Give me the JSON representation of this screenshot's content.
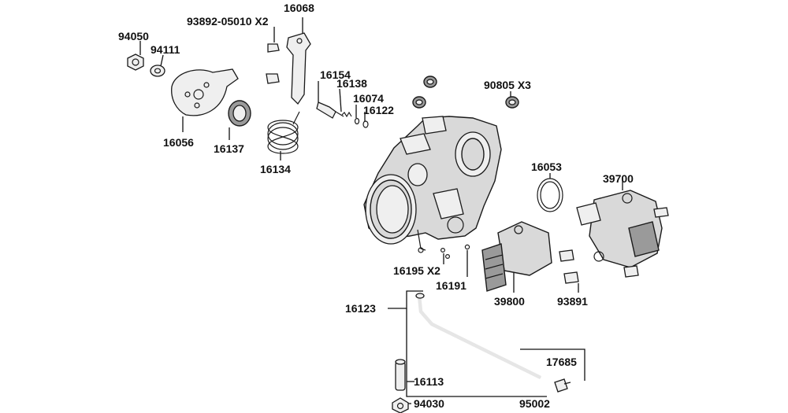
{
  "diagram": {
    "labels": {
      "p16068": "16068",
      "p93892": "93892-05010 X2",
      "p94050": "94050",
      "p94111": "94111",
      "p16154": "16154",
      "p16138": "16138",
      "p16074": "16074",
      "p16122": "16122",
      "p90805": "90805 X3",
      "p16056": "16056",
      "p16137": "16137",
      "p16134": "16134",
      "p16053": "16053",
      "p39700": "39700",
      "p16195": "16195 X2",
      "p16191": "16191",
      "p39800": "39800",
      "p93891": "93891",
      "p16123": "16123",
      "p17685": "17685",
      "p16113": "16113",
      "p94030": "94030",
      "p95002": "95002"
    }
  }
}
